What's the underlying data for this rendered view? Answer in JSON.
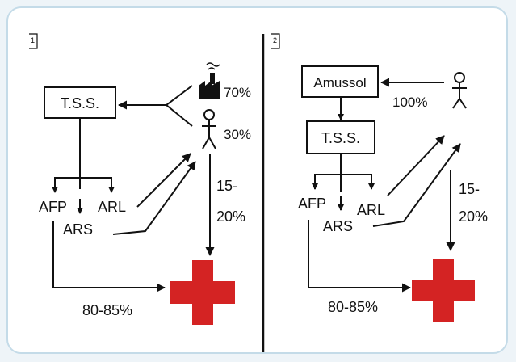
{
  "panels": [
    {
      "number": "1",
      "box_top": "T.S.S.",
      "outputs": [
        "AFP",
        "ARS",
        "ARL"
      ],
      "industry_percent": "70%",
      "person_percent": "30%",
      "return_percent_line1": "15-",
      "return_percent_line2": "20%",
      "health_percent": "80-85%",
      "icons": [
        "factory-icon",
        "person-icon",
        "red-cross-icon"
      ]
    },
    {
      "number": "2",
      "box_top": "Amussol",
      "box_second": "T.S.S.",
      "outputs": [
        "AFP",
        "ARS",
        "ARL"
      ],
      "person_percent": "100%",
      "return_percent_line1": "15-",
      "return_percent_line2": "20%",
      "health_percent": "80-85%",
      "icons": [
        "person-icon",
        "red-cross-icon"
      ]
    }
  ],
  "colors": {
    "cross": "#d42323",
    "line": "#111111",
    "frame_border": "#c4dbe8"
  }
}
